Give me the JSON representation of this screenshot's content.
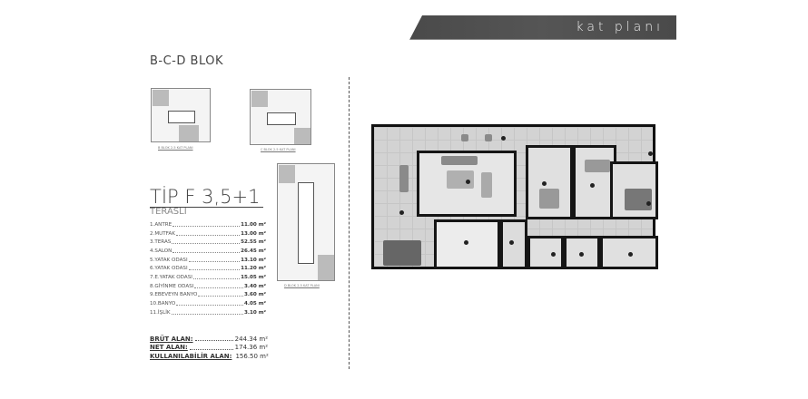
{
  "header": {
    "title": "kat planı"
  },
  "blok_title": "B-C-D BLOK",
  "key_plans": [
    {
      "caption": "B BLOK 2-5 KAT PLANI"
    },
    {
      "caption": "C BLOK 2-5 KAT PLANI"
    },
    {
      "caption": "D BLOK 2-5 KAT PLANI"
    }
  ],
  "unit": {
    "type": "TİP F 3,5+1",
    "subtitle": "TERASLI"
  },
  "rooms": [
    {
      "name": "1.ANTRE",
      "area": "11.00 m²"
    },
    {
      "name": "2.MUTFAK",
      "area": "13.00 m²"
    },
    {
      "name": "3.TERAS",
      "area": "52.55 m²"
    },
    {
      "name": "4.SALON",
      "area": "26.45 m²"
    },
    {
      "name": "5.YATAK ODASI",
      "area": "13.10 m²"
    },
    {
      "name": "6.YATAK ODASI",
      "area": "11.20 m²"
    },
    {
      "name": "7.E.YATAK ODASI",
      "area": "15.05 m²"
    },
    {
      "name": "8.GİYİNME ODASI",
      "area": "3.40 m²"
    },
    {
      "name": "9.EBEVEYN BANYO",
      "area": "3.60 m²"
    },
    {
      "name": "10.BANYO",
      "area": "4.05 m²"
    },
    {
      "name": "11.İŞLİK",
      "area": "3.10 m²"
    }
  ],
  "totals": [
    {
      "label": "BRÜT ALAN:",
      "value": "244.34 m²"
    },
    {
      "label": "NET ALAN:",
      "value": "174.36 m²"
    },
    {
      "label": "KULLANILABİLİR ALAN:",
      "value": "156.50 m²"
    }
  ]
}
